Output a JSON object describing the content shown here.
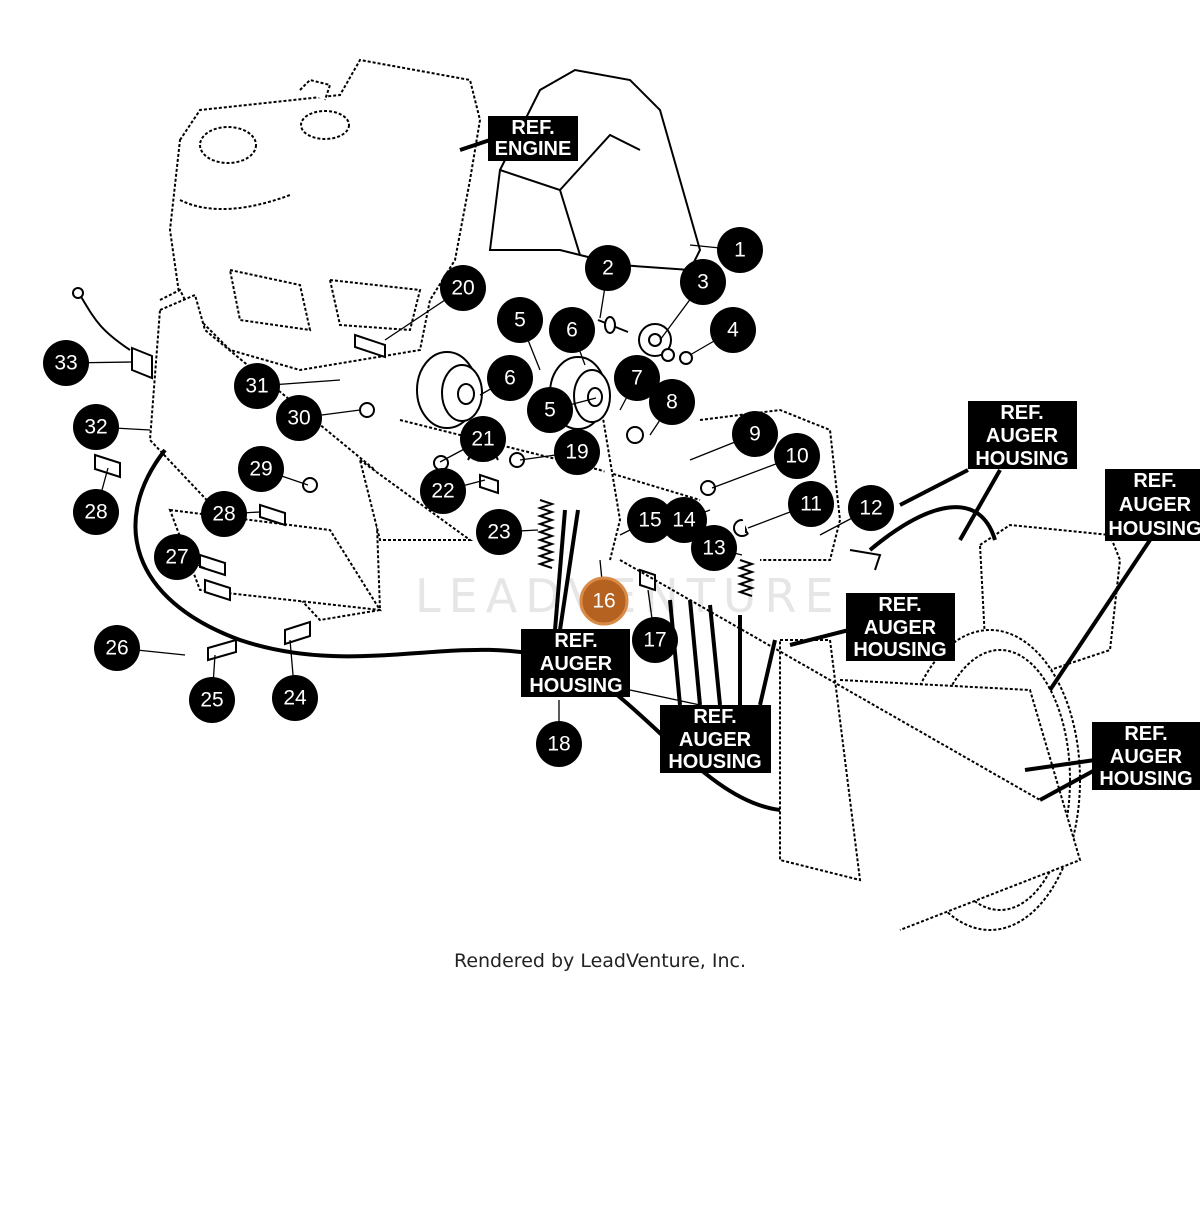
{
  "diagram": {
    "callouts": [
      {
        "num": "1"
      },
      {
        "num": "2"
      },
      {
        "num": "3"
      },
      {
        "num": "4"
      },
      {
        "num": "5"
      },
      {
        "num": "6"
      },
      {
        "num": "7"
      },
      {
        "num": "8"
      },
      {
        "num": "9"
      },
      {
        "num": "10"
      },
      {
        "num": "11"
      },
      {
        "num": "12"
      },
      {
        "num": "13"
      },
      {
        "num": "14"
      },
      {
        "num": "15"
      },
      {
        "num": "16"
      },
      {
        "num": "17"
      },
      {
        "num": "18"
      },
      {
        "num": "19"
      },
      {
        "num": "20"
      },
      {
        "num": "21"
      },
      {
        "num": "22"
      },
      {
        "num": "23"
      },
      {
        "num": "24"
      },
      {
        "num": "25"
      },
      {
        "num": "26"
      },
      {
        "num": "27"
      },
      {
        "num": "28"
      },
      {
        "num": "29"
      },
      {
        "num": "30"
      },
      {
        "num": "31"
      },
      {
        "num": "32"
      },
      {
        "num": "33"
      },
      {
        "num": "6"
      },
      {
        "num": "5"
      },
      {
        "num": "28"
      }
    ],
    "selected_callout": "16",
    "ref_engine": [
      "REF.",
      "ENGINE"
    ],
    "ref_auger": [
      "REF.",
      "AUGER",
      "HOUSING"
    ],
    "watermark": "LEADVENTURE",
    "colors": {
      "callout": "#000000",
      "selected": "#b5611f"
    }
  },
  "footer": {
    "credit": "Rendered by LeadVenture, Inc."
  }
}
